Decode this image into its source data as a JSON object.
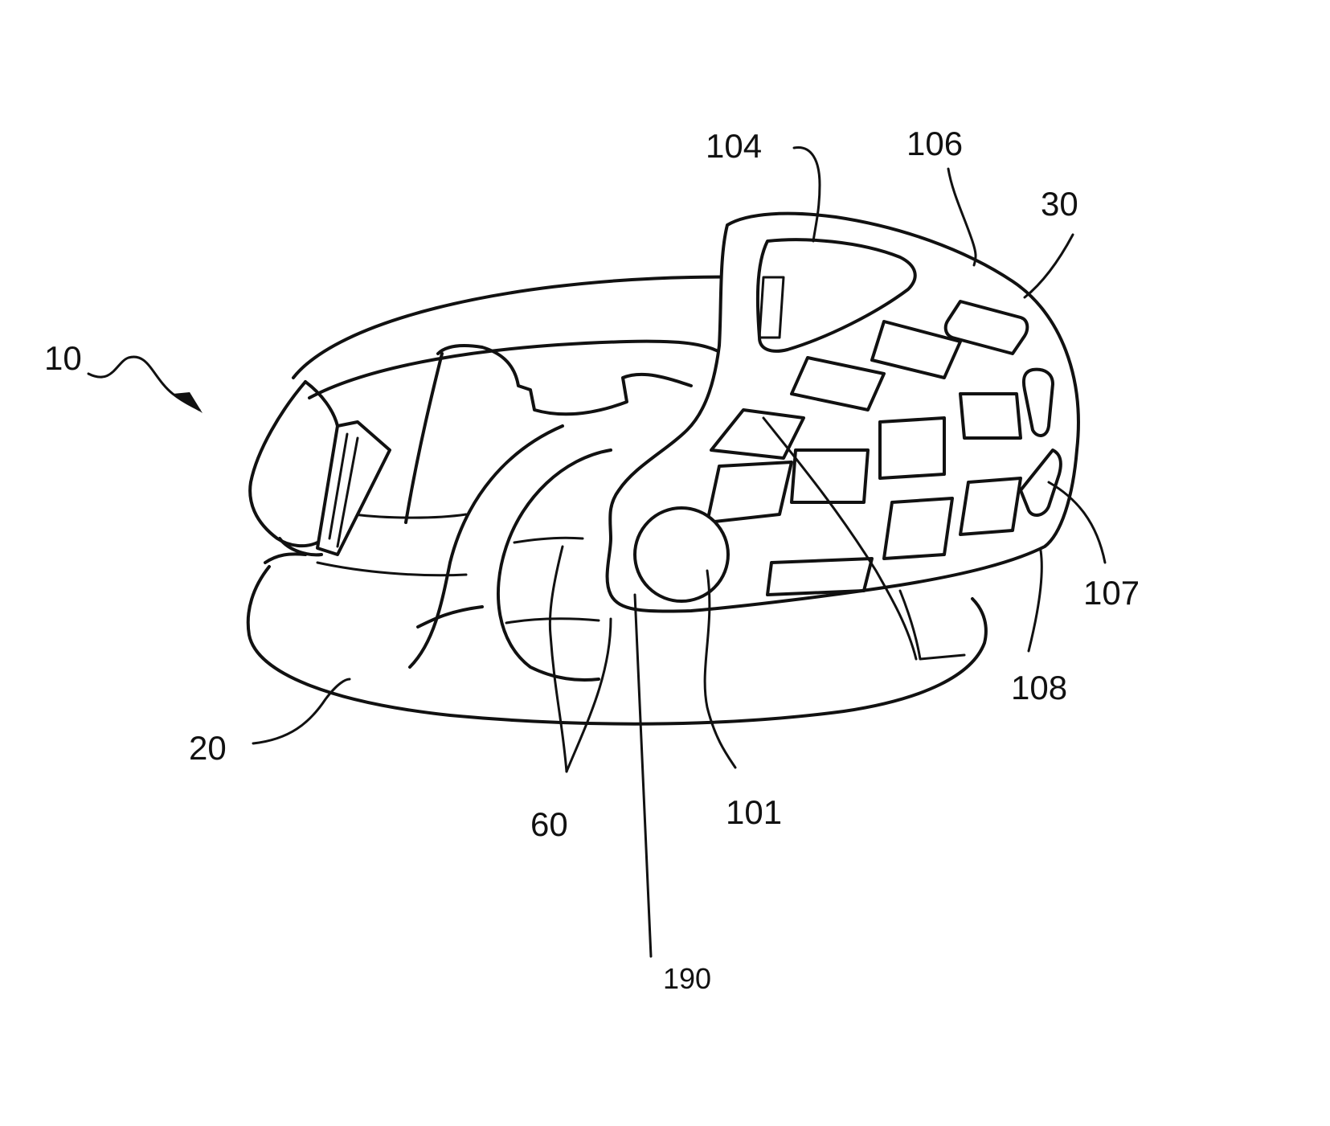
{
  "figure": {
    "parts": {
      "assembly": "10",
      "base": "20",
      "cage": "30",
      "fasteners": "60",
      "hub": "101",
      "top_opening": "104",
      "upper_edge": "106",
      "grid_opening": "107",
      "lower_edge": "108",
      "pivot_arm": "190"
    }
  }
}
